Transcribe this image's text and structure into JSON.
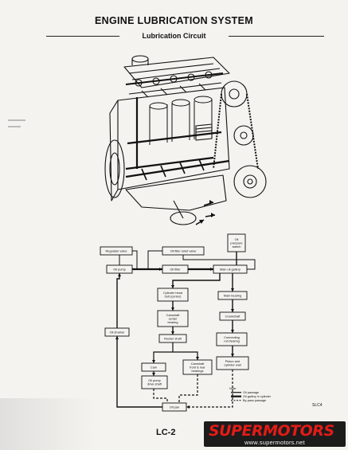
{
  "page": {
    "title": "ENGINE LUBRICATION SYSTEM",
    "section": "Lubrication Circuit",
    "page_number": "LC-2",
    "ref_code": "SLC4"
  },
  "flow": {
    "boxes": {
      "oil_pressure_switch": [
        "Oil",
        "pressure",
        "switch"
      ],
      "regulator_valve": [
        "Regulator valve"
      ],
      "oil_filter_relief": [
        "Oil filter relief valve"
      ],
      "oil_pump": [
        "Oil pump"
      ],
      "oil_filter": [
        "Oil filter"
      ],
      "main_gallery": [
        "Main oil gallery"
      ],
      "cyl_head_bolt": [
        "Cylinder head",
        "bolt (center)"
      ],
      "main_bearing": [
        "Main bearing"
      ],
      "oil_strainer": [
        "Oil strainer"
      ],
      "camshaft_bearing": [
        "Camshaft",
        "center",
        "bearing"
      ],
      "crankshaft": [
        "Crankshaft"
      ],
      "rocker_shaft": [
        "Rocker shaft"
      ],
      "conn_rod": [
        "Connecting",
        "rod bearing"
      ],
      "cam": [
        "Cam"
      ],
      "cam_fr_bearings": [
        "Camshaft",
        "front & rear",
        "bearings"
      ],
      "piston_wall": [
        "Piston and",
        "cylinder wall"
      ],
      "pump_drive": [
        "Oil pump",
        "drive shaft"
      ],
      "oil_pan": [
        "Oil pan"
      ]
    },
    "legend": {
      "title": "Note:",
      "items": [
        "Oil passage",
        "Oil gallery in cylinder block",
        "By-pass passage"
      ]
    }
  },
  "logo": {
    "brand": "SUPERMOTORS",
    "url": "www.supermotors.net",
    "colors": {
      "brand": "#e41b17",
      "background": "#1c1c1c"
    }
  }
}
